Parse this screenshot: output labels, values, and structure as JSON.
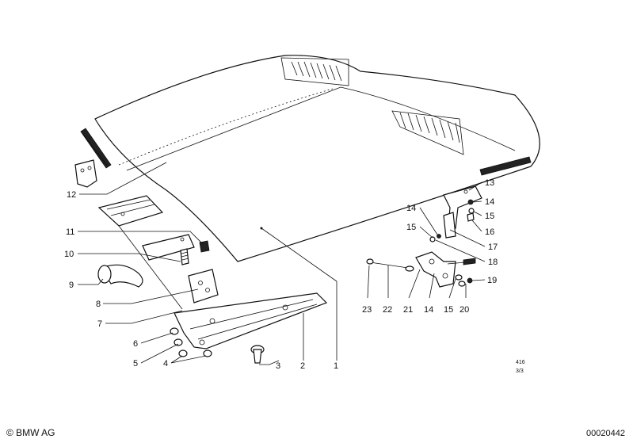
{
  "callouts": [
    "1",
    "2",
    "3",
    "4",
    "5",
    "6",
    "7",
    "8",
    "9",
    "10",
    "11",
    "12",
    "13",
    "14",
    "14",
    "14",
    "15",
    "15",
    "15",
    "16",
    "17",
    "18",
    "19",
    "20",
    "21",
    "22",
    "23"
  ],
  "sheet_code": "416",
  "sheet_page": "3/3",
  "copyright": "© BMW AG",
  "diagram_number": "00020442"
}
